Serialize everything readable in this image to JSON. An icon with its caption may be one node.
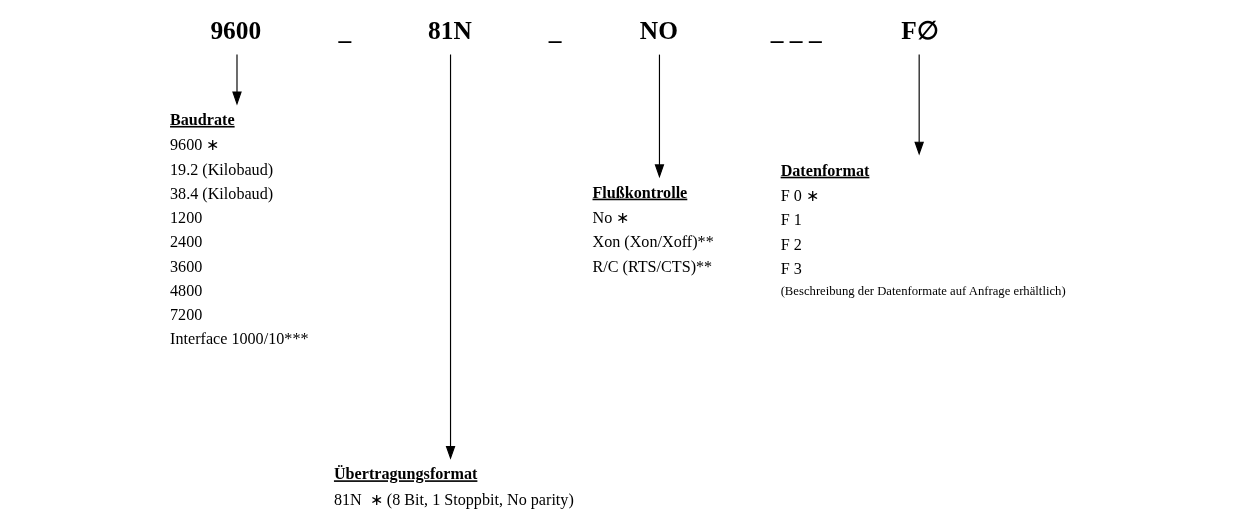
{
  "diagram": {
    "nodes": [
      {
        "text": [
          "9600"
        ]
      },
      {
        "text": [
          "81N"
        ]
      },
      {
        "text": [
          "NO"
        ]
      },
      {
        "text": [
          "F∅"
        ]
      },
      {
        "text": [
          "Baudrate",
          "9600 ∗",
          "19.2 (Kilobaud)",
          "38.4 (Kilobaud)",
          "1200",
          "2400",
          "3600",
          "4800",
          "7200",
          "Interface 1000/10***"
        ]
      },
      {
        "text": [
          "Datenformat",
          "F 0 ∗",
          "F 1",
          "F 2",
          "F 3"
        ],
        "beside": [
          "(Beschreibung der Datenformate auf Anfrage erhältlich)"
        ]
      },
      {
        "text": [
          "Flußkontrolle",
          "No ∗",
          "Xon (Xon/Xoff)**",
          "R/C (RTS/CTS)**"
        ]
      },
      {
        "text": [
          "Übertragungsformat",
          "81N  ∗ (8 Bit, 1 Stoppbit, No parity)"
        ]
      }
    ],
    "edges": [
      {
        "from": 0,
        "to": 4,
        "arrow": "to"
      },
      {
        "from": 1,
        "to": 7,
        "arrow": "to"
      },
      {
        "from": 2,
        "to": 6,
        "arrow": "to"
      },
      {
        "from": 3,
        "to": 5,
        "arrow": "to"
      }
    ],
    "labels": [
      "_",
      "_",
      "_ _ _"
    ]
  }
}
